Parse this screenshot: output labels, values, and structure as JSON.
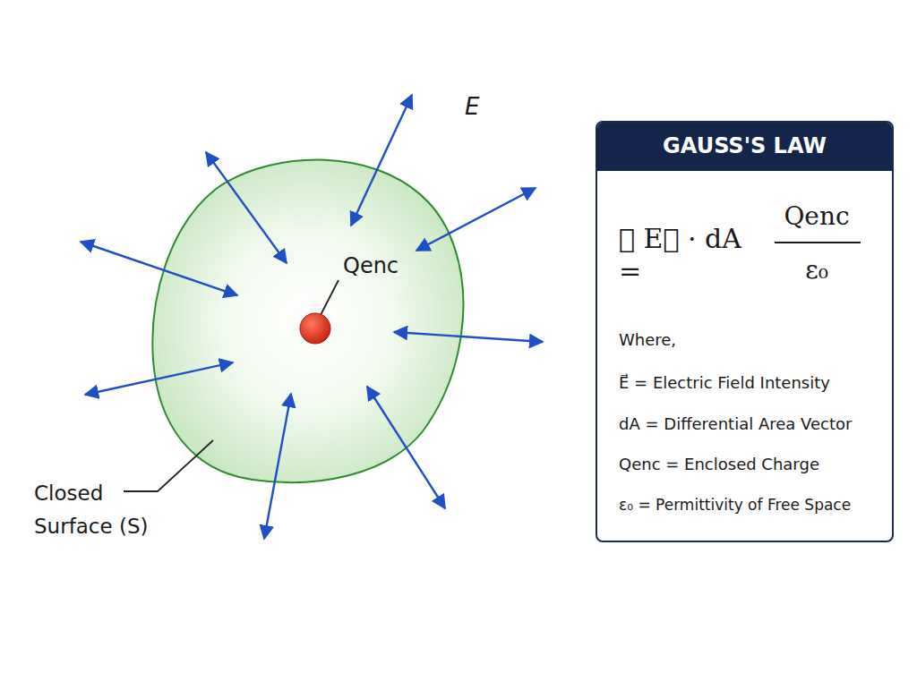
{
  "diagram": {
    "nodes": [
      {
        "text": [
          "Qenc"
        ]
      },
      {
        "text": [
          "GAUSS'S LAW",
          "∮ E⃗ · dA =",
          "Qenc",
          "ε₀",
          "Where,",
          "E⃗ = Electric Field Intensity",
          "dA = Differential Area Vector",
          "Qenc = Enclosed Charge",
          "ε₀ = Permittivity of Free Space"
        ]
      }
    ],
    "labels": [
      "E",
      "Closed Surface (S)"
    ]
  }
}
